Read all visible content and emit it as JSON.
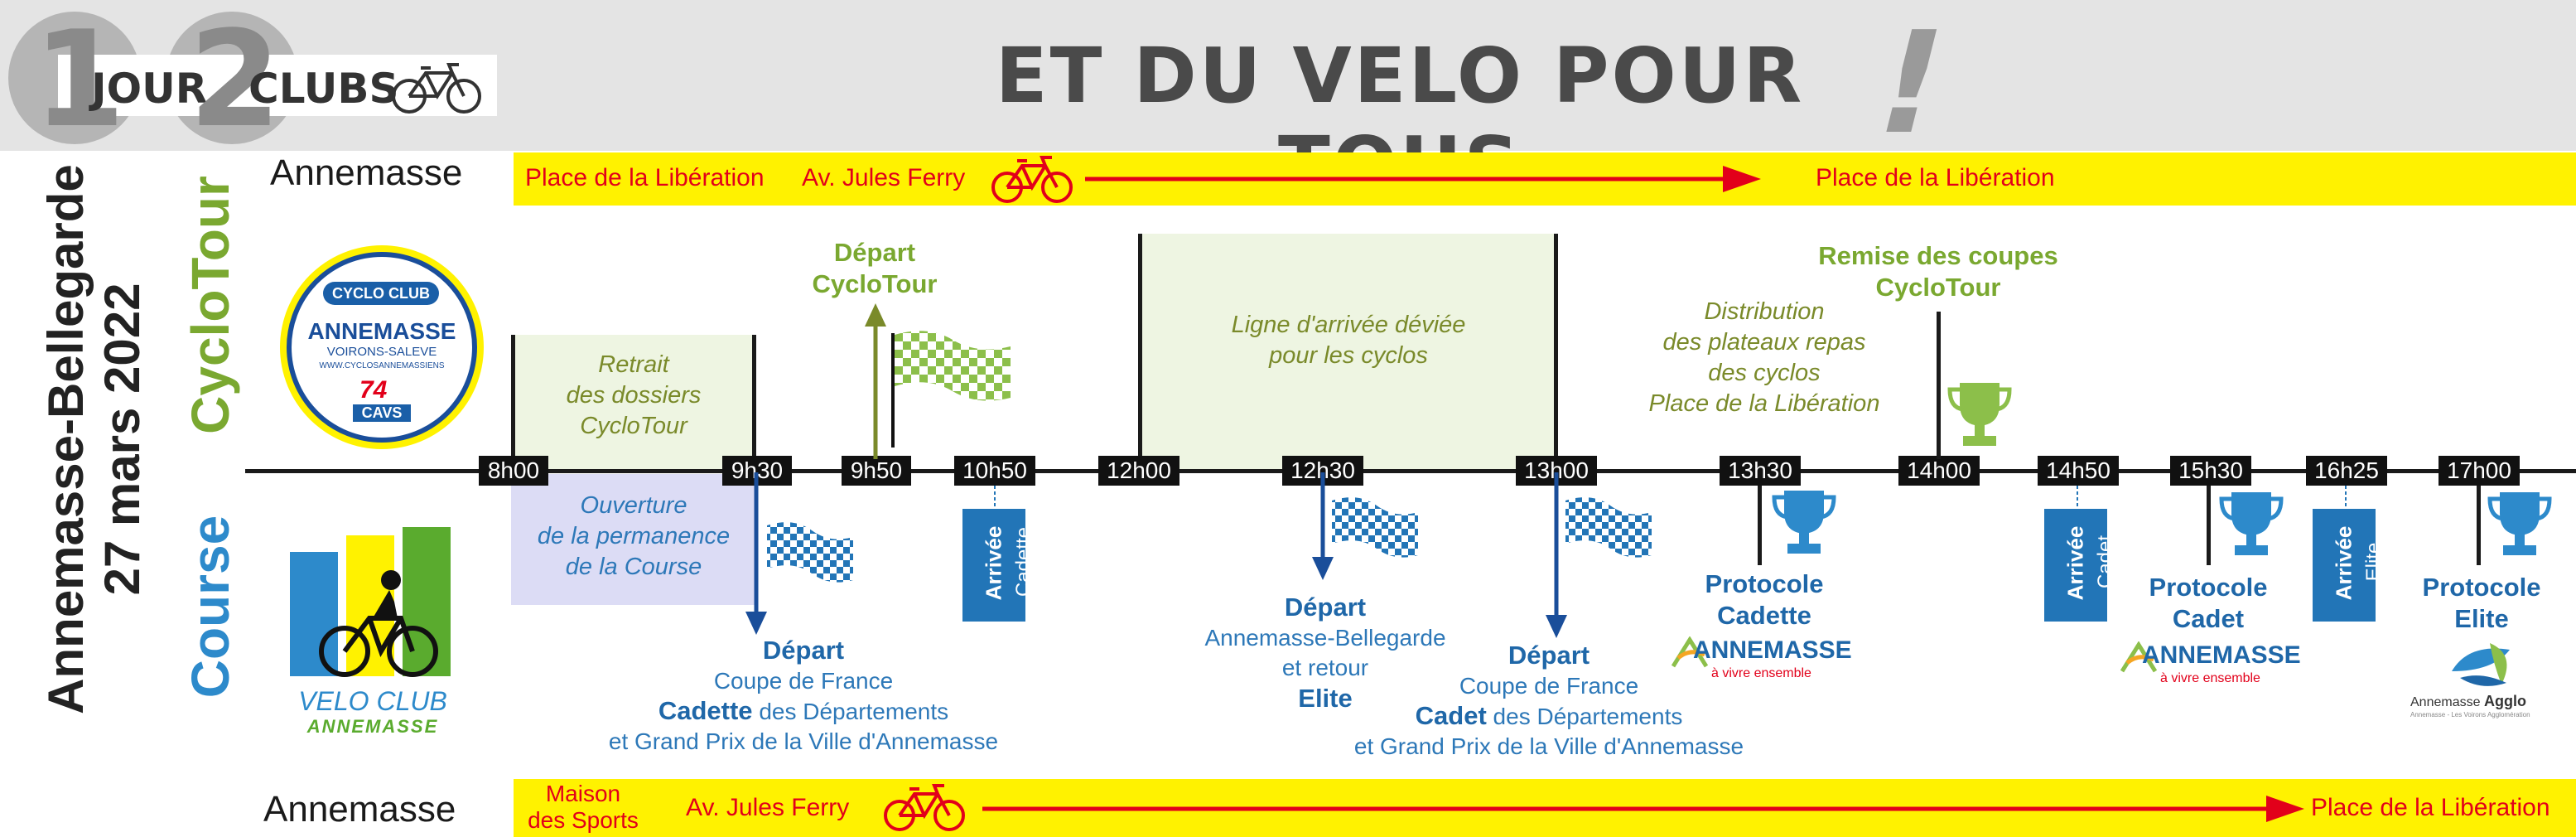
{
  "header": {
    "logo": {
      "digit_one": "1",
      "word_one": "JOUR",
      "digit_two": "2",
      "word_two": "CLUBS"
    },
    "title": "ET DU VELO POUR TOUS",
    "exclamation": "!"
  },
  "side": {
    "event_line1": "Annemasse-Bellegarde",
    "event_line2": "27 mars 2022",
    "cyclotour_label": "CycloTour",
    "course_label": "Course"
  },
  "logos": {
    "cycloclub": {
      "brand": "CYCLO CLUB",
      "name": "ANNEMASSE",
      "sub": "VOIRONS-SALEVE",
      "url": "WWW.CYCLOSANNEMASSIENS",
      "badge_num": "74",
      "badge_txt": "CAVS"
    },
    "veloclub": {
      "line1": "VELO CLUB",
      "line2": "ANNEMASSE"
    },
    "annemasse_city": {
      "name": "ANNEMASSE",
      "tagline": "à vivre ensemble"
    },
    "agglo": {
      "name1": "Annemasse",
      "name2": "Agglo",
      "sub": "Annemasse - Les Voirons Agglomération"
    }
  },
  "cyclotour_route": {
    "city": "Annemasse",
    "start": "Place de la Libération",
    "via": "Av. Jules Ferry",
    "end": "Place de la Libération"
  },
  "course_route": {
    "city": "Annemasse",
    "start_line1": "Maison",
    "start_line2": "des Sports",
    "via": "Av. Jules Ferry",
    "end": "Place de la Libération"
  },
  "times": [
    "8h00",
    "9h30",
    "9h50",
    "10h50",
    "12h00",
    "12h30",
    "13h00",
    "13h30",
    "14h00",
    "14h50",
    "15h30",
    "16h25",
    "17h00"
  ],
  "cyclotour_events": {
    "retrait": [
      "Retrait",
      "des dossiers",
      "CycloTour"
    ],
    "depart": [
      "Départ",
      "CycloTour"
    ],
    "ligne": [
      "Ligne d'arrivée déviée",
      "pour les cyclos"
    ],
    "distribution": [
      "Distribution",
      "des plateaux repas",
      "des cyclos",
      "Place de la Libération"
    ],
    "remise": [
      "Remise des coupes",
      "CycloTour"
    ]
  },
  "course_events": {
    "ouverture": [
      "Ouverture",
      "de la permanence",
      "de la Course"
    ],
    "depart_cadette": {
      "title": "Départ",
      "line1": "Coupe de France",
      "bold": "Cadette",
      "line2_rest": " des Départements",
      "line3": "et Grand Prix de la Ville d'Annemasse"
    },
    "arrivee_cadette": {
      "word": "Arrivée",
      "cat": "Cadette"
    },
    "depart_elite": {
      "title": "Départ",
      "line1": "Annemasse-Bellegarde",
      "line2": "et retour",
      "line3": "Elite"
    },
    "depart_cadet": {
      "title": "Départ",
      "line1": "Coupe de France",
      "bold": "Cadet",
      "line2_rest": " des Départements",
      "line3": "et Grand Prix de la Ville d'Annemasse"
    },
    "protocole_cadette": [
      "Protocole",
      "Cadette"
    ],
    "arrivee_cadet": {
      "word": "Arrivée",
      "cat": "Cadet"
    },
    "protocole_cadet": [
      "Protocole",
      "Cadet"
    ],
    "arrivee_elite": {
      "word": "Arrivée",
      "cat": "Elite"
    },
    "protocole_elite": [
      "Protocole",
      "Elite"
    ]
  },
  "colors": {
    "yellow": "#fff200",
    "red": "#e2001a",
    "olive": "#7a8a2a",
    "green": "#7aa830",
    "blue": "#2275b7",
    "light_green": "#eef5e2",
    "light_lavender": "#dcdcf5"
  }
}
